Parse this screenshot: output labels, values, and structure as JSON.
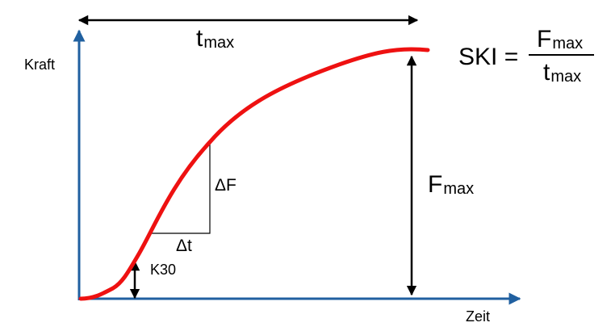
{
  "labels": {
    "y_axis": "Kraft",
    "x_axis": "Zeit",
    "tmax_main": "t",
    "tmax_sub": "max",
    "fmax_main": "F",
    "fmax_sub": "max",
    "delta_f": "ΔF",
    "delta_t": "Δt",
    "k30": "K30"
  },
  "formula": {
    "lhs": "SKI =",
    "numerator_main": "F",
    "numerator_sub": "max",
    "denominator_main": "t",
    "denominator_sub": "max"
  },
  "colors": {
    "axis": "#2060a0",
    "curve": "#ee1111",
    "arrows": "#000000"
  }
}
